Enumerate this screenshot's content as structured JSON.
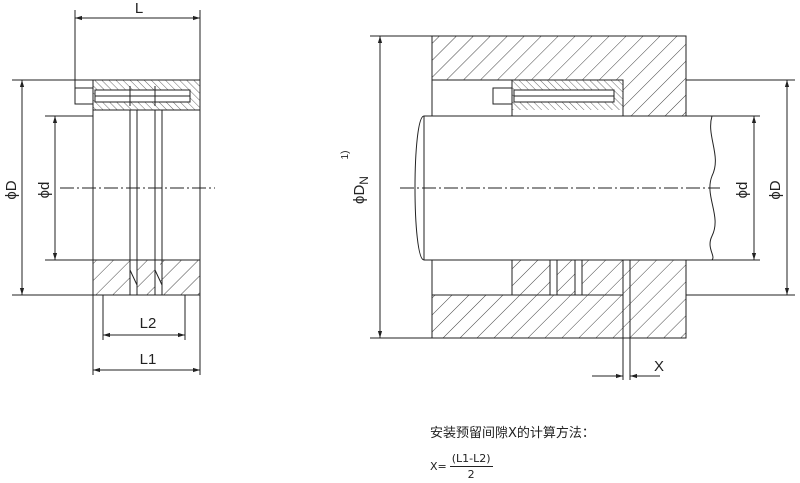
{
  "left_view": {
    "dim_L": "L",
    "dim_D": "ϕD",
    "dim_d": "ϕd",
    "dim_L1": "L1",
    "dim_L2": "L2"
  },
  "right_view": {
    "dim_DN": "ϕD",
    "dim_DN_sub": "N",
    "dim_DN_note": "1)",
    "dim_d": "ϕd",
    "dim_D": "ϕD",
    "dim_X": "X"
  },
  "note": {
    "title": "安装预留间隙X的计算方法：",
    "formula_lhs": "X=",
    "formula_num": "(L1-L2)",
    "formula_den": "2"
  },
  "colors": {
    "line": "#222222",
    "hatch": "#444444"
  }
}
